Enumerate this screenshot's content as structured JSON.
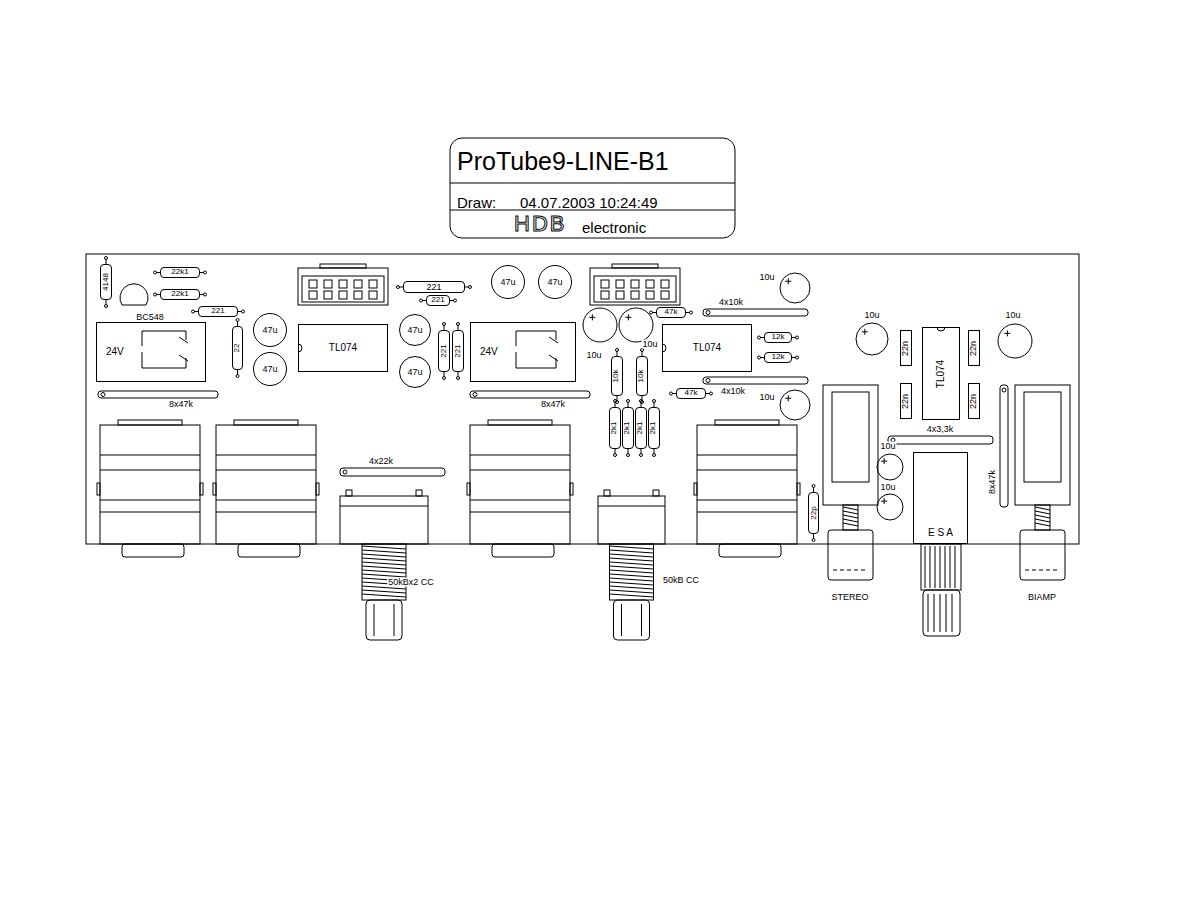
{
  "diagram": {
    "nodes": [
      {
        "text": [
          "ProTube9-LINE-B1",
          "Draw:",
          "04.07.2003 10:24:49",
          "HDB",
          "electronic"
        ]
      },
      {
        "text": [
          "4148"
        ]
      },
      {
        "text": [
          "22k1"
        ]
      },
      {
        "text": [
          "22k1"
        ]
      },
      {
        "text": [
          "221"
        ]
      },
      {
        "text": [
          "24V"
        ]
      },
      {
        "text": [
          "22"
        ]
      },
      {
        "text": [
          "47u"
        ]
      },
      {
        "text": [
          "47u"
        ]
      },
      {
        "text": [
          "TL074"
        ]
      },
      {
        "text": [
          "221"
        ]
      },
      {
        "text": [
          "221"
        ]
      },
      {
        "text": [
          "47u"
        ]
      },
      {
        "text": [
          "47u"
        ]
      },
      {
        "text": [
          "221"
        ]
      },
      {
        "text": [
          "221"
        ]
      },
      {
        "text": [
          "47u"
        ]
      },
      {
        "text": [
          "47u"
        ]
      },
      {
        "text": [
          "24V"
        ]
      },
      {
        "text": [
          "47k"
        ]
      },
      {
        "text": [
          "TL074"
        ]
      },
      {
        "text": [
          "12k"
        ]
      },
      {
        "text": [
          "12k"
        ]
      },
      {
        "text": [
          "10k"
        ]
      },
      {
        "text": [
          "10k"
        ]
      },
      {
        "text": [
          "47k"
        ]
      },
      {
        "text": [
          "2k1"
        ]
      },
      {
        "text": [
          "2k1"
        ]
      },
      {
        "text": [
          "2k1"
        ]
      },
      {
        "text": [
          "2k1"
        ]
      },
      {
        "text": [
          "22p"
        ]
      },
      {
        "text": [
          "22n"
        ]
      },
      {
        "text": [
          "TL074"
        ]
      },
      {
        "text": [
          "22n"
        ]
      },
      {
        "text": [
          "22n"
        ]
      },
      {
        "text": [
          "22n"
        ]
      },
      {
        "text": [
          "E S A"
        ]
      }
    ],
    "labels": [
      "BC548",
      "8x47k",
      "4x22k",
      "50kBx2 CC",
      "10u",
      "10u",
      "8x47k",
      "4x10k",
      "4x10k",
      "10u",
      "10u",
      "50kB CC",
      "10u",
      "10u",
      "4x3,3k",
      "10u",
      "10u",
      "8x47k",
      "STEREO",
      "BIAMP"
    ]
  }
}
